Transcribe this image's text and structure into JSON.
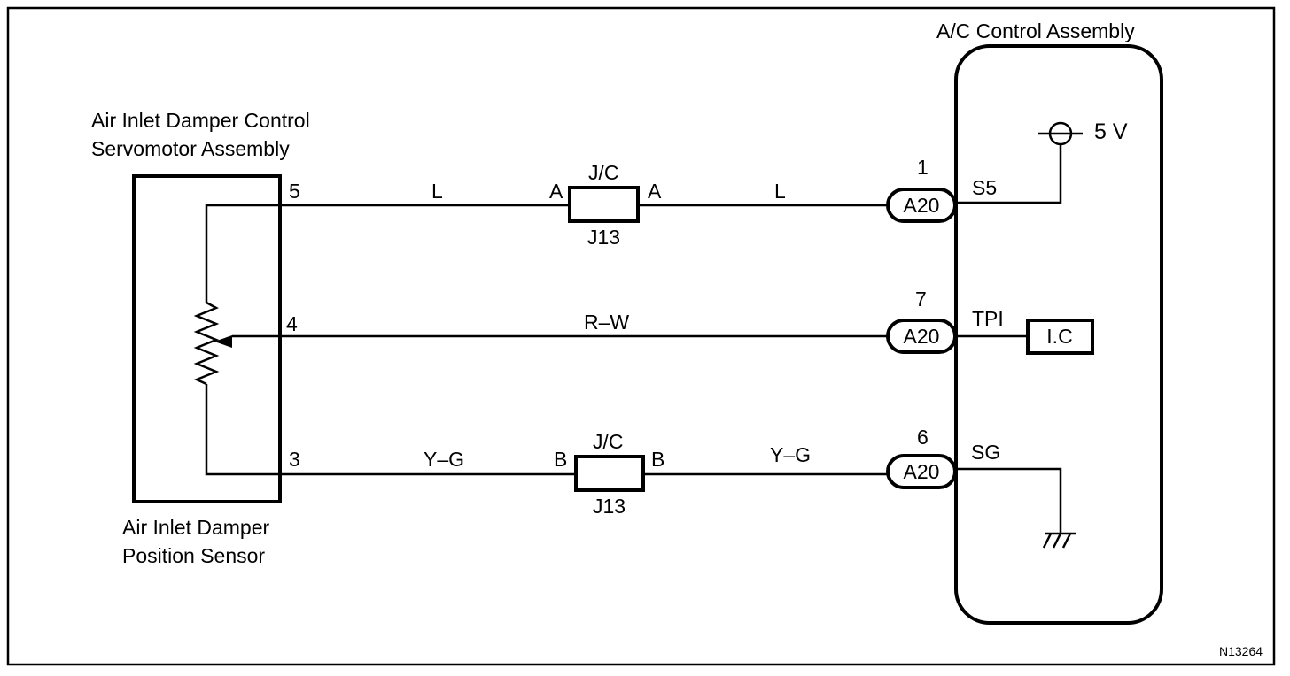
{
  "diagram": {
    "id_code": "N13264",
    "servomotor_label": [
      "Air Inlet Damper Control",
      "Servomotor Assembly"
    ],
    "sensor_label": [
      "Air Inlet Damper",
      "Position Sensor"
    ],
    "ac_label": "A/C Control Assembly",
    "sensor_pins": [
      "5",
      "4",
      "3"
    ],
    "wires": {
      "top_left": "L",
      "top_right": "L",
      "mid": "R–W",
      "bottom_left": "Y–G",
      "bottom_right": "Y–G"
    },
    "jc_top": {
      "label": "J/C",
      "id": "J13",
      "left_pin": "A",
      "right_pin": "A"
    },
    "jc_bottom": {
      "label": "J/C",
      "id": "J13",
      "left_pin": "B",
      "right_pin": "B"
    },
    "connectors": [
      {
        "name": "A20",
        "pin": "1",
        "terminal": "S5"
      },
      {
        "name": "A20",
        "pin": "7",
        "terminal": "TPI"
      },
      {
        "name": "A20",
        "pin": "6",
        "terminal": "SG"
      }
    ],
    "supply": "5 V",
    "ic_label": "I.C"
  }
}
